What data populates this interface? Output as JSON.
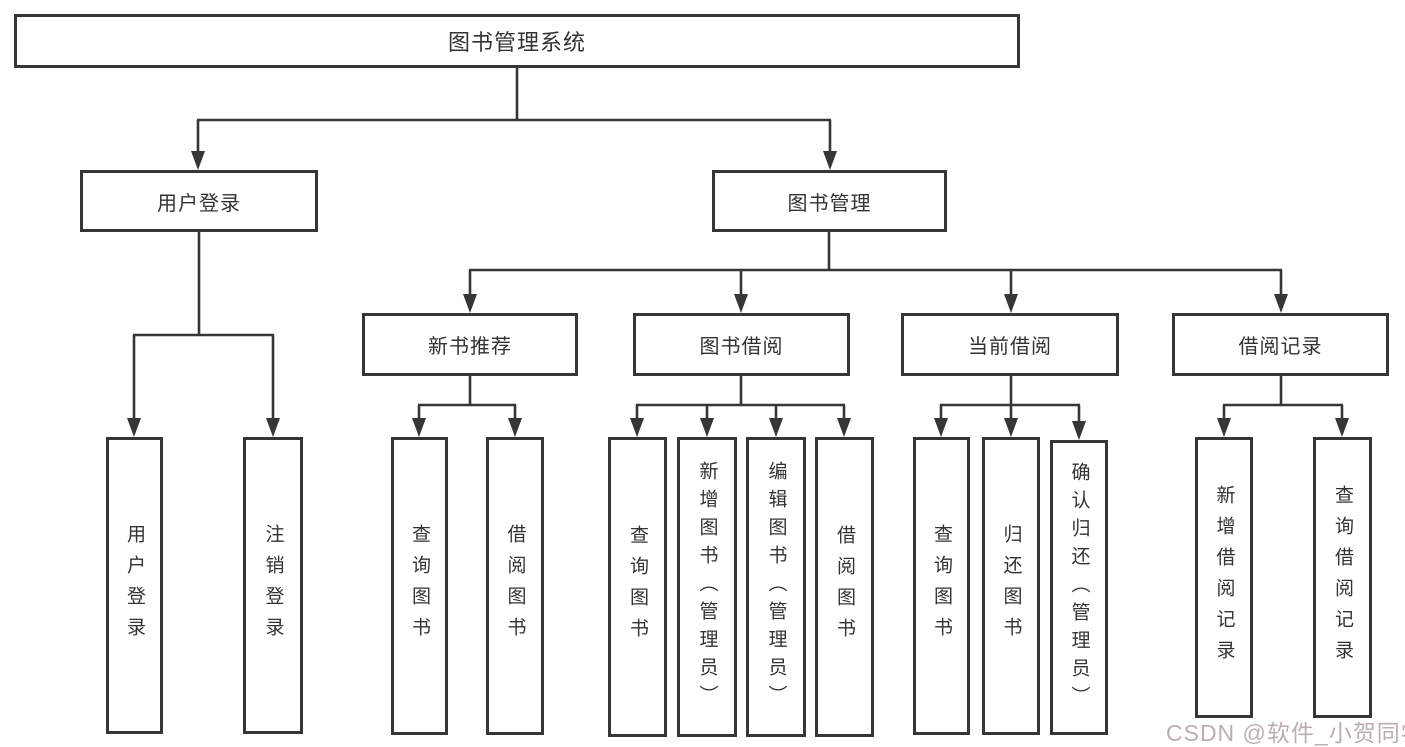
{
  "colors": {
    "line": "#363636",
    "box_border": "#363636",
    "text": "#333333",
    "watermark": "#bcaeb0",
    "background": "#ffffff"
  },
  "nodes": {
    "root": {
      "label": "图书管理系统"
    },
    "user_login_group": {
      "label": "用户登录"
    },
    "book_management": {
      "label": "图书管理"
    },
    "user_login": {
      "label": "用户登录"
    },
    "logout": {
      "label": "注销登录"
    },
    "new_book_recommend": {
      "label": "新书推荐"
    },
    "book_borrow": {
      "label": "图书借阅"
    },
    "current_borrow": {
      "label": "当前借阅"
    },
    "borrow_record": {
      "label": "借阅记录"
    },
    "nbr_query_book": {
      "label": "查询图书"
    },
    "nbr_borrow_book": {
      "label": "借阅图书"
    },
    "bb_query_book": {
      "label": "查询图书"
    },
    "bb_add_book": {
      "label": "新增图书（管理员）"
    },
    "bb_edit_book": {
      "label": "编辑图书（管理员）"
    },
    "bb_borrow_book": {
      "label": "借阅图书"
    },
    "cb_query_book": {
      "label": "查询图书"
    },
    "cb_return_book": {
      "label": "归还图书"
    },
    "cb_confirm_return": {
      "label": "确认归还（管理员）"
    },
    "br_add_record": {
      "label": "新增借阅记录"
    },
    "br_query_record": {
      "label": "查询借阅记录"
    }
  },
  "hierarchy": {
    "root": "图书管理系统",
    "children": [
      {
        "label": "用户登录",
        "children": [
          "用户登录",
          "注销登录"
        ]
      },
      {
        "label": "图书管理",
        "children": [
          {
            "label": "新书推荐",
            "children": [
              "查询图书",
              "借阅图书"
            ]
          },
          {
            "label": "图书借阅",
            "children": [
              "查询图书",
              "新增图书（管理员）",
              "编辑图书（管理员）",
              "借阅图书"
            ]
          },
          {
            "label": "当前借阅",
            "children": [
              "查询图书",
              "归还图书",
              "确认归还（管理员）"
            ]
          },
          {
            "label": "借阅记录",
            "children": [
              "新增借阅记录",
              "查询借阅记录"
            ]
          }
        ]
      }
    ]
  },
  "watermark": {
    "text": "CSDN @软件_小贺同学"
  }
}
